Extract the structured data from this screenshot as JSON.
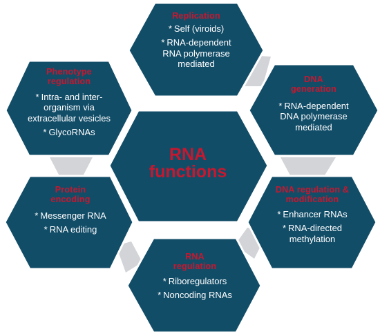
{
  "center": {
    "line1": "RNA",
    "line2": "functions"
  },
  "nodes": {
    "replication": {
      "title": "Replication",
      "items": [
        "Self (viroids)",
        "RNA-dependent RNA polymerase mediated"
      ]
    },
    "dna_generation": {
      "title": "DNA generation",
      "items": [
        "RNA-dependent DNA polymerase mediated"
      ]
    },
    "dna_regulation": {
      "title": "DNA regulation & modification",
      "items": [
        "Enhancer RNAs",
        "RNA-directed methylation"
      ]
    },
    "rna_regulation": {
      "title": "RNA regulation",
      "items": [
        "Riboregulators",
        "Noncoding RNAs"
      ]
    },
    "protein_encoding": {
      "title": "Protein encoding",
      "items": [
        "Messenger RNA",
        "RNA editing"
      ]
    },
    "phenotype_regulation": {
      "title": "Phenotype regulation",
      "items": [
        "Intra- and inter-organism via extracellular vesicles",
        "GlycoRNAs"
      ]
    }
  },
  "colors": {
    "hexagon": "#124d68",
    "title_red": "#c8172e",
    "connector_gray": "#d2d4d7",
    "text": "#ffffff"
  },
  "bullet": "*"
}
